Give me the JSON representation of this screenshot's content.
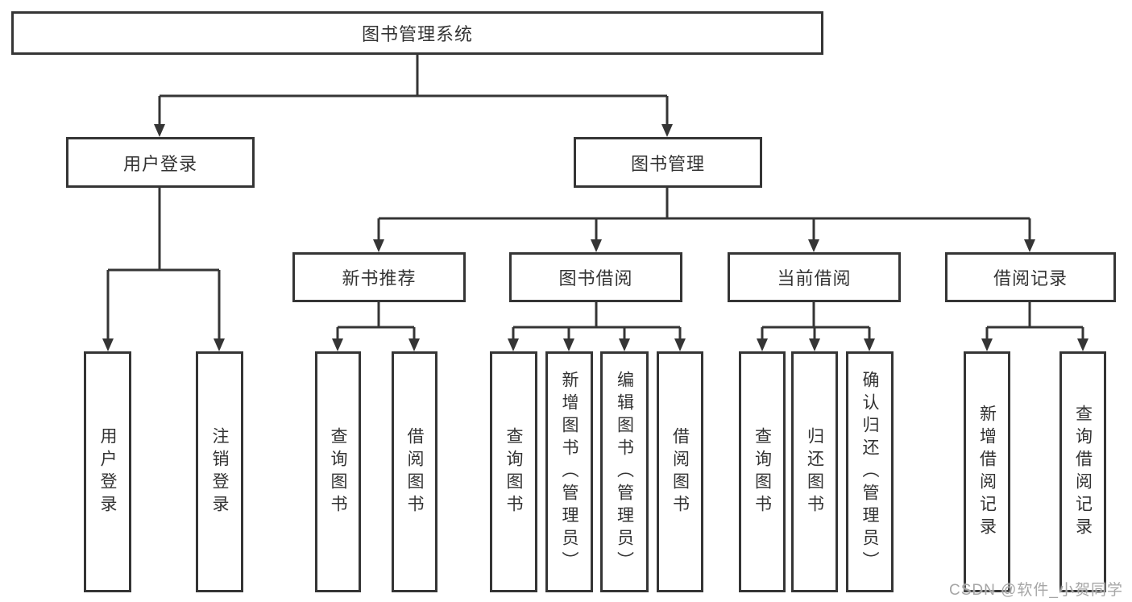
{
  "root": {
    "label": "图书管理系统"
  },
  "branches": [
    {
      "label": "用户登录",
      "leaves": [
        "用户登录",
        "注销登录"
      ]
    },
    {
      "label": "图书管理",
      "sections": [
        {
          "label": "新书推荐",
          "leaves": [
            "查询图书",
            "借阅图书"
          ]
        },
        {
          "label": "图书借阅",
          "leaves": [
            "查询图书",
            "新增图书（管理员）",
            "编辑图书（管理员）",
            "借阅图书"
          ]
        },
        {
          "label": "当前借阅",
          "leaves": [
            "查询图书",
            "归还图书",
            "确认归还（管理员）"
          ]
        },
        {
          "label": "借阅记录",
          "leaves": [
            "新增借阅记录",
            "查询借阅记录"
          ]
        }
      ]
    }
  ],
  "watermark": "CSDN @软件_小贺同学",
  "colors": {
    "line": "#353535",
    "text": "#333333",
    "watermark": "#a6a6a6"
  }
}
